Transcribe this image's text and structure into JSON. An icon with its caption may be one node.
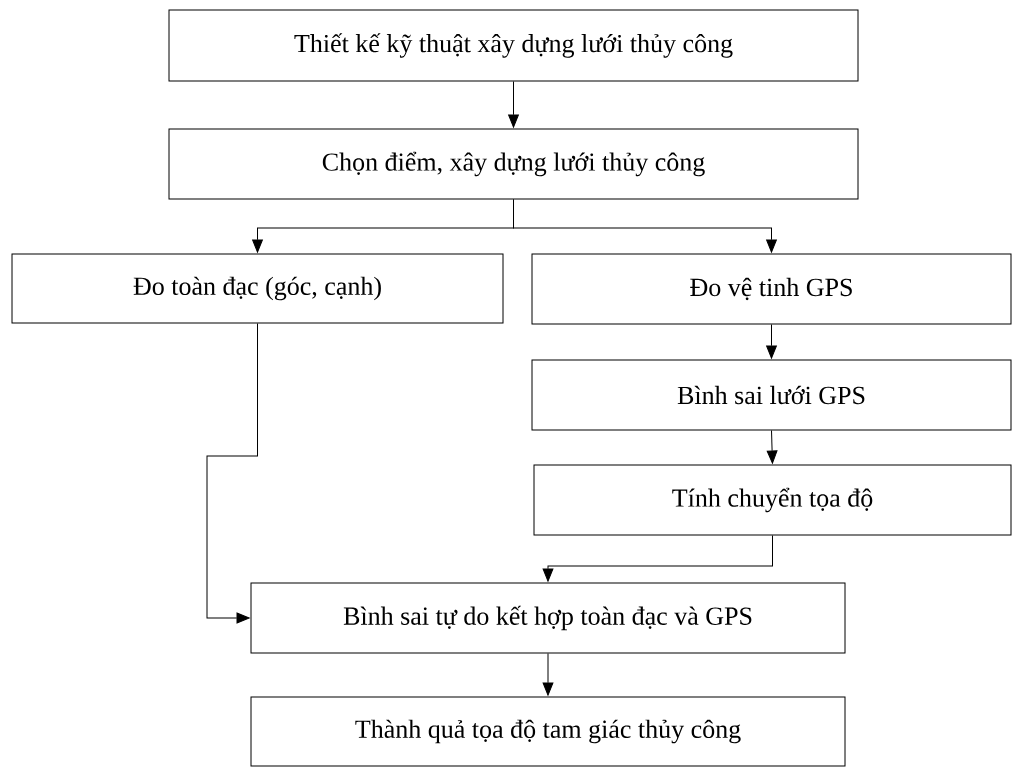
{
  "diagram": {
    "nodes": [
      {
        "text": [
          "Thiết kế kỹ thuật xây dựng lưới thủy công"
        ]
      },
      {
        "text": [
          "Chọn điểm, xây dựng lưới thủy công"
        ]
      },
      {
        "text": [
          "Đo toàn đạc (góc, cạnh)"
        ]
      },
      {
        "text": [
          "Đo vệ tinh GPS"
        ]
      },
      {
        "text": [
          "Bình sai lưới GPS"
        ]
      },
      {
        "text": [
          "Tính chuyển tọa độ"
        ]
      },
      {
        "text": [
          "Bình sai tự do kết hợp toàn đạc và GPS"
        ]
      },
      {
        "text": [
          "Thành quả tọa độ tam giác thủy công"
        ]
      }
    ],
    "edges": [
      {
        "from": 0,
        "to": 1,
        "arrow": "to"
      },
      {
        "from": 1,
        "to": 2,
        "arrow": "to"
      },
      {
        "from": 1,
        "to": 3,
        "arrow": "to"
      },
      {
        "from": 3,
        "to": 4,
        "arrow": "to"
      },
      {
        "from": 4,
        "to": 5,
        "arrow": "to"
      },
      {
        "from": 5,
        "to": 6,
        "arrow": "to"
      },
      {
        "from": 2,
        "to": 6,
        "arrow": "to"
      },
      {
        "from": 6,
        "to": 7,
        "arrow": "to"
      }
    ]
  }
}
